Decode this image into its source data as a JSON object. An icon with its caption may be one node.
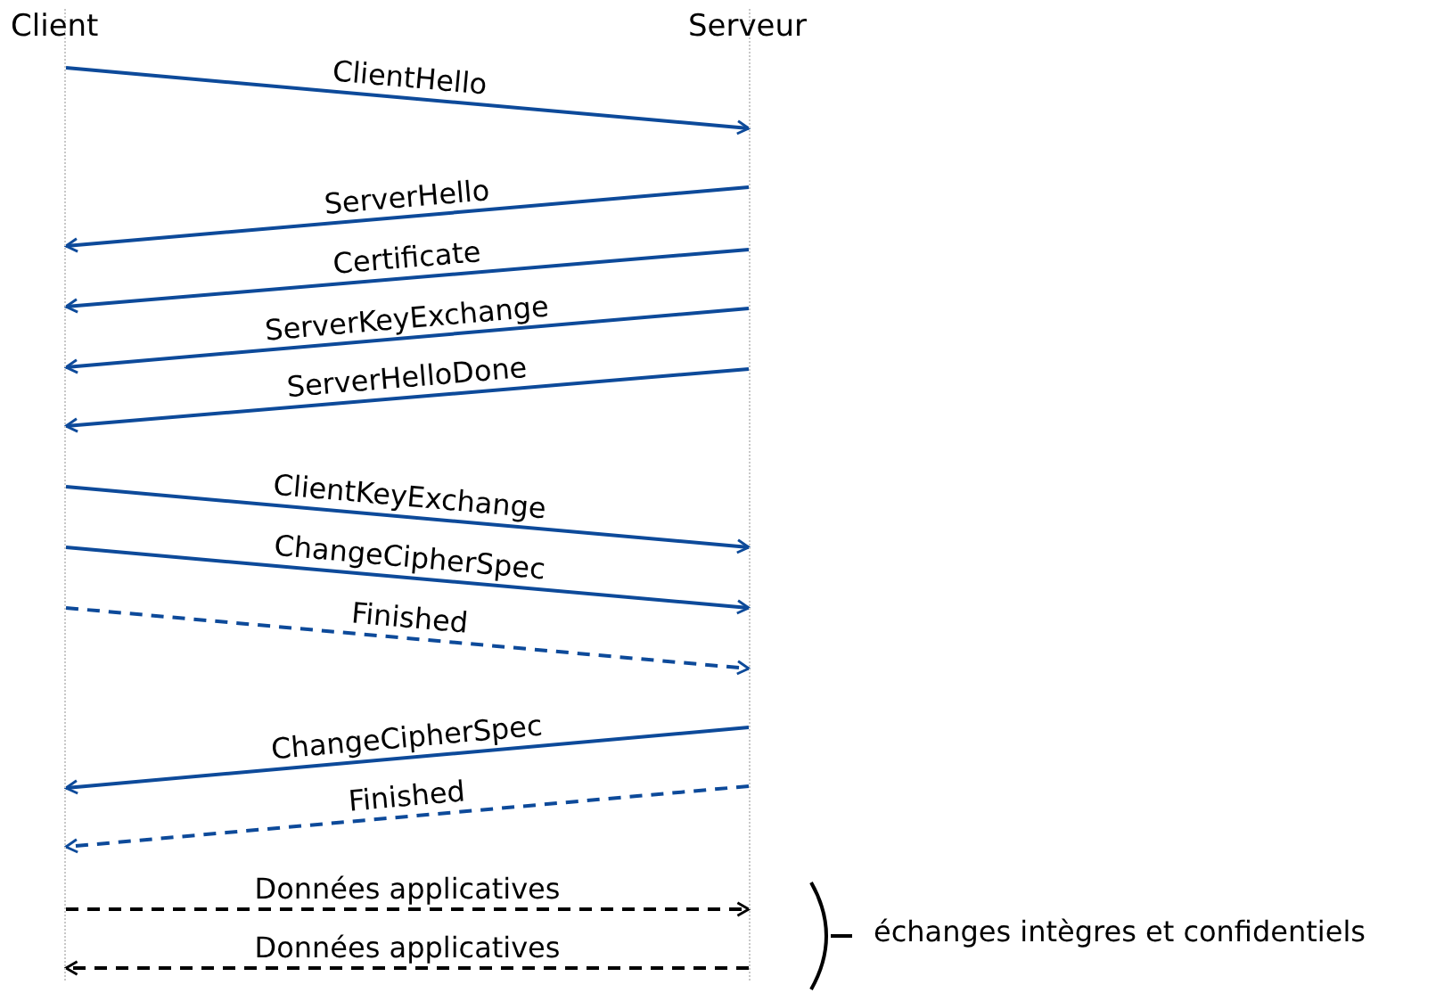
{
  "diagram": {
    "nodes": [
      {
        "text": [
          "Client"
        ]
      },
      {
        "text": [
          "Serveur"
        ]
      }
    ],
    "edges": [
      {
        "from": 0,
        "to": 1,
        "arrow": "to",
        "label": "ClientHello"
      },
      {
        "from": 1,
        "to": 0,
        "arrow": "to",
        "label": "ServerHello"
      },
      {
        "from": 1,
        "to": 0,
        "arrow": "to",
        "label": "Certificate"
      },
      {
        "from": 1,
        "to": 0,
        "arrow": "to",
        "label": "ServerKeyExchange"
      },
      {
        "from": 1,
        "to": 0,
        "arrow": "to",
        "label": "ServerHelloDone"
      },
      {
        "from": 0,
        "to": 1,
        "arrow": "to",
        "label": "ClientKeyExchange"
      },
      {
        "from": 0,
        "to": 1,
        "arrow": "to",
        "label": "ChangeCipherSpec"
      },
      {
        "from": 0,
        "to": 1,
        "arrow": "to",
        "label": "Finished",
        "style": "dashed"
      },
      {
        "from": 1,
        "to": 0,
        "arrow": "to",
        "label": "ChangeCipherSpec"
      },
      {
        "from": 1,
        "to": 0,
        "arrow": "to",
        "label": "Finished",
        "style": "dashed"
      },
      {
        "from": 0,
        "to": 1,
        "arrow": "to",
        "label": "Données applicatives",
        "style": "dashed",
        "color": "#000000"
      },
      {
        "from": 1,
        "to": 0,
        "arrow": "to",
        "label": "Données applicatives",
        "style": "dashed",
        "color": "#000000"
      }
    ],
    "labels": [
      "échanges intègres et confidentiels"
    ]
  }
}
